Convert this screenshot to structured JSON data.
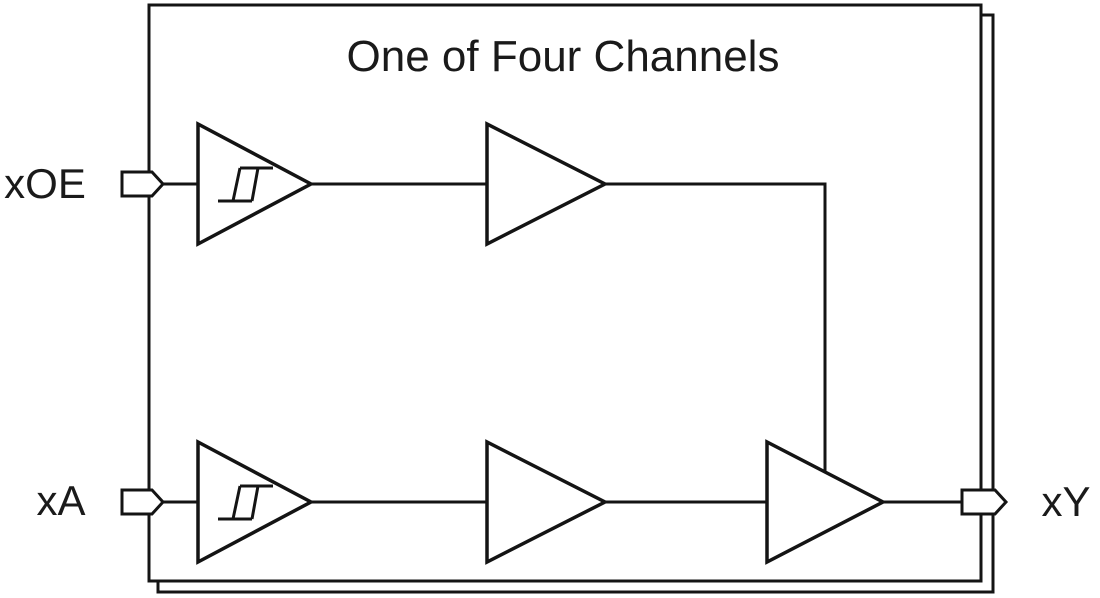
{
  "diagram": {
    "title": "One of Four Channels",
    "ports": {
      "input_top": "xOE",
      "input_bottom": "xA",
      "output": "xY"
    },
    "icons": {
      "input_pin": "input-pin-icon",
      "output_pin": "output-pin-icon",
      "schmitt_buffer": "schmitt-trigger-buffer-icon",
      "buffer": "buffer-icon",
      "output_buffer": "output-buffer-icon",
      "hysteresis": "hysteresis-icon"
    }
  },
  "colors": {
    "line": "#141414",
    "text": "#1a1a1a",
    "background": "#ffffff"
  }
}
